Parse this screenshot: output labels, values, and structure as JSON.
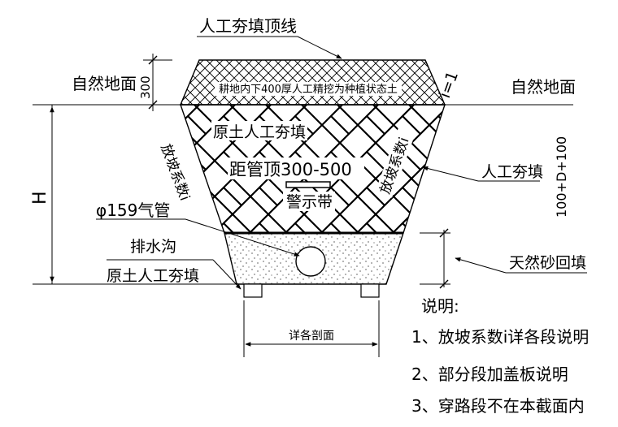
{
  "labels": {
    "backfill_top_line": "人工夯填顶线",
    "natural_ground_left": "自然地面",
    "natural_ground_right": "自然地面",
    "topsoil_depth": "300",
    "topsoil_note": "耕地内下400厚人工精挖为种植状态土",
    "slope_ratio": "i=1",
    "original_soil_fill": "原土人工夯填",
    "pipe_top_distance": "距管顶300-500",
    "warning_tape": "警示带",
    "slope_factor_left": "放坡系数i",
    "slope_factor_right": "放坡系数i",
    "manual_fill": "人工夯填",
    "depth_h": "H",
    "pipe_spec": "φ159气管",
    "sand_depth": "100+D+100",
    "drain_ditch": "排水沟",
    "drain_fill": "原土人工夯填",
    "sand_backfill": "天然砂回填",
    "section_width": "详各剖面"
  },
  "notes": {
    "title": "说明:",
    "items": [
      "1、放坡系数i详各段说明",
      "2、部分段加盖板说明",
      "3、穿路段不在本截面内"
    ]
  }
}
